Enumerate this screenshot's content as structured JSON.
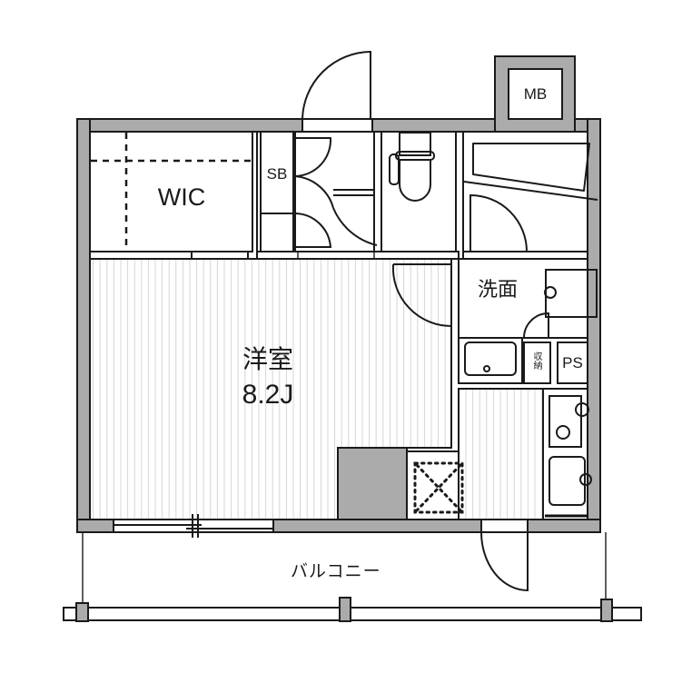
{
  "floor_plan": {
    "rooms": {
      "western_room": {
        "name": "洋室",
        "size": "8.2J"
      },
      "wic": {
        "name": "WIC"
      },
      "shoe_box": {
        "name": "SB"
      },
      "meter_box": {
        "name": "MB"
      },
      "washroom": {
        "name": "洗面"
      },
      "storage": {
        "name": "収納"
      },
      "pipe_space": {
        "name": "PS"
      },
      "balcony": {
        "name": "バルコニー"
      }
    },
    "colors": {
      "wall": "#ababab",
      "line": "#1a1a1a",
      "floor_stripe": "#d6d6d6",
      "background": "#ffffff"
    }
  }
}
